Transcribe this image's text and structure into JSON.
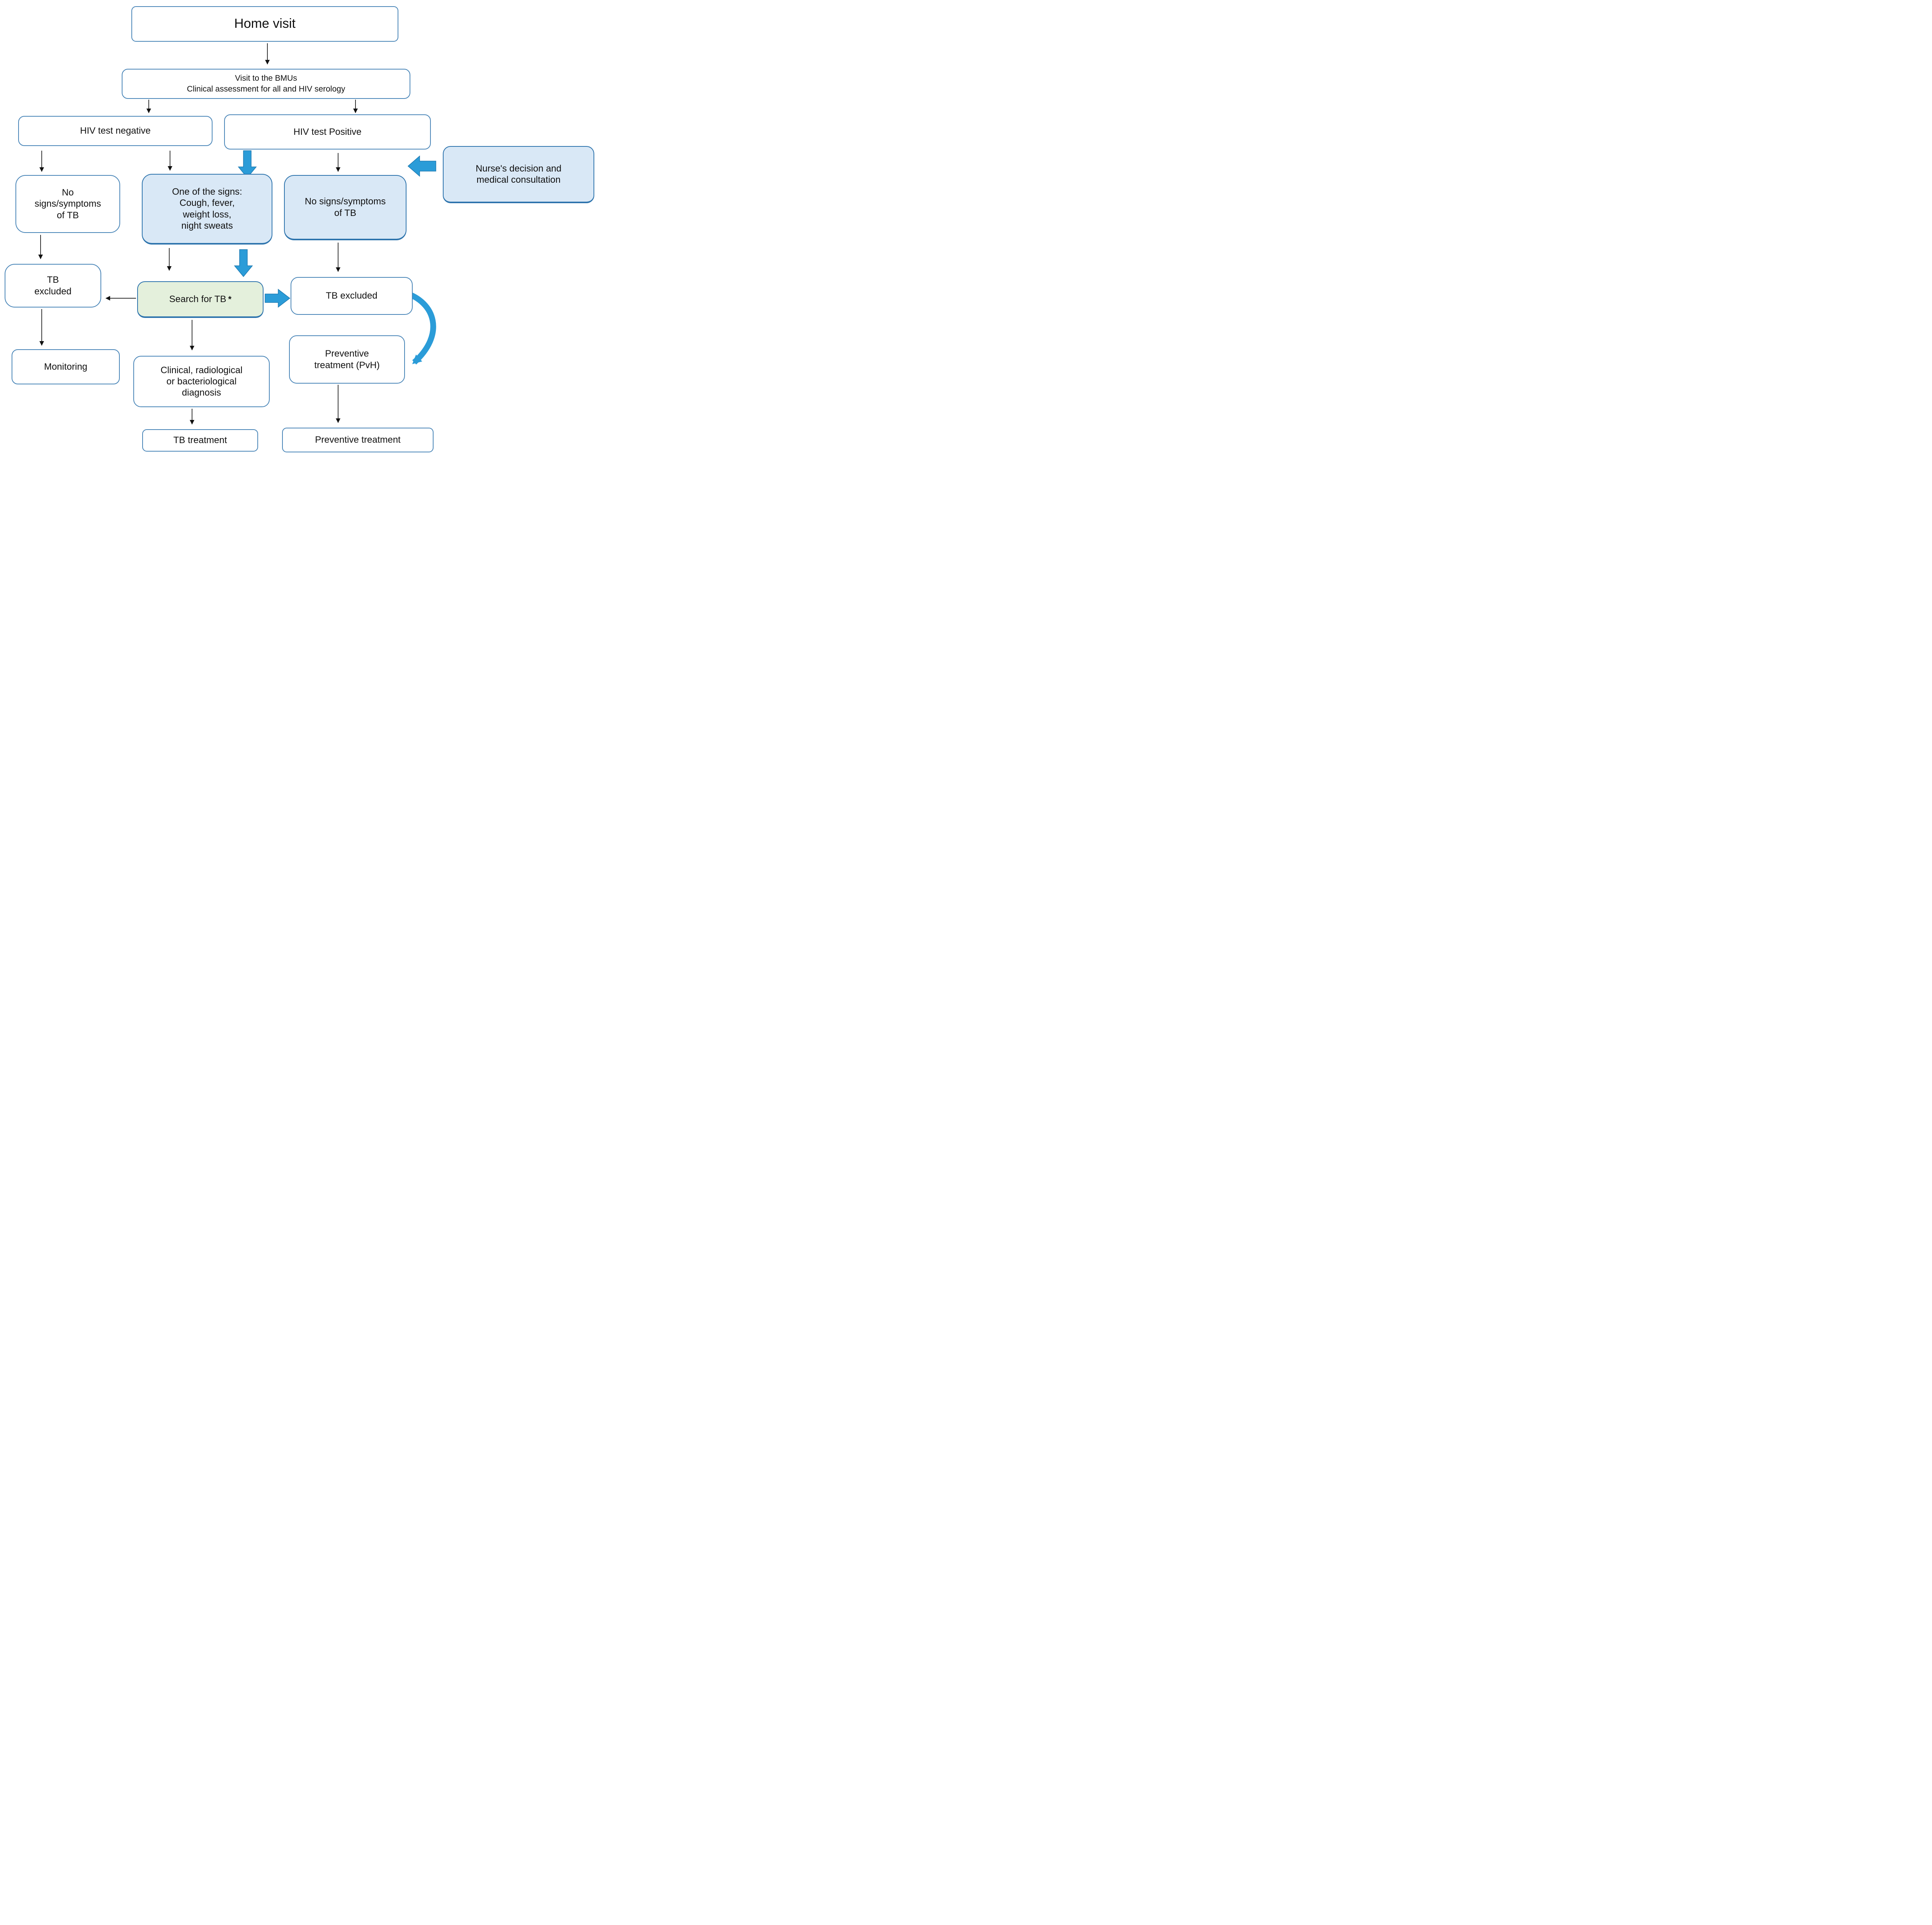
{
  "nodes": {
    "home_visit": "Home visit",
    "bmu_visit": "Visit to the BMUs\nClinical assessment for all and HIV serology",
    "hiv_negative": "HIV test negative",
    "hiv_positive": "HIV test Positive",
    "nurse_decision": "Nurse's decision and\nmedical consultation",
    "no_signs_hiv_negative": "No\nsigns/symptoms\nof TB",
    "one_of_signs": "One of the signs:\nCough, fever,\nweight loss,\nnight sweats",
    "no_signs_hiv_positive": "No signs/symptoms\nof TB",
    "tb_excluded_left": "TB\nexcluded",
    "search_tb": "Search for TB",
    "search_tb_note": "*",
    "tb_excluded_right": "TB excluded",
    "monitoring": "Monitoring",
    "clinical_diagnosis": "Clinical, radiological\nor bacteriological\ndiagnosis",
    "preventive_pvh": "Preventive\ntreatment (PvH)",
    "tb_treatment": "TB treatment",
    "preventive_treatment": "Preventive treatment"
  },
  "colors": {
    "white_box_border": "#4a86b8",
    "filled_box_border": "#2e74ad",
    "light_blue_fill": "#d9e8f6",
    "green_fill": "#e4f0dc",
    "white_fill": "#ffffff",
    "arrow_blue": "#2b9cd8",
    "arrow_blue_edge": "#1d7ab2",
    "arrow_black": "#111111",
    "text_color": "#111111"
  }
}
